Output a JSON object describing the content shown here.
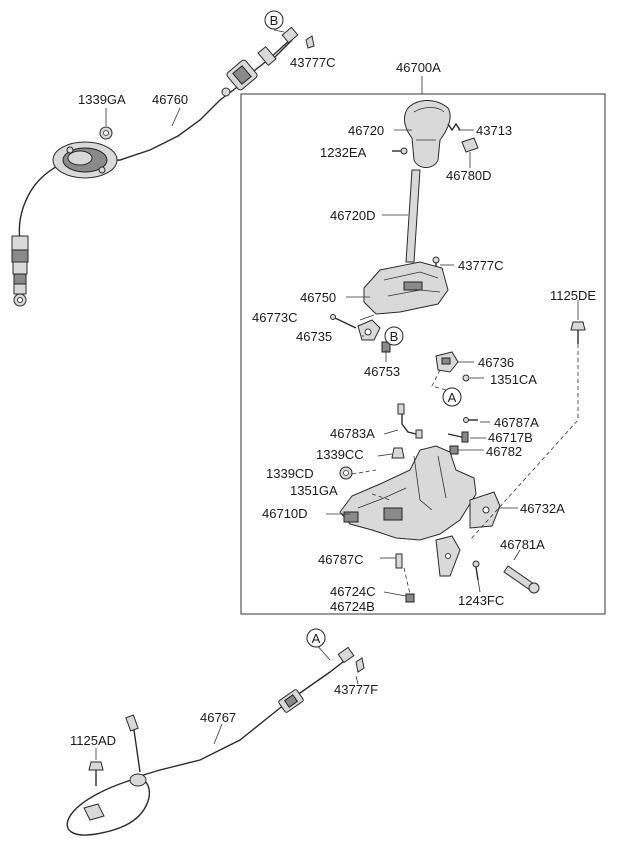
{
  "labels": {
    "b_top": "B",
    "p43777C_top": "43777C",
    "p1339GA": "1339GA",
    "p46760": "46760",
    "p46700A": "46700A",
    "p46720": "46720",
    "p43713": "43713",
    "p1232EA": "1232EA",
    "p46780D": "46780D",
    "p46720D": "46720D",
    "p43777C_mid": "43777C",
    "p46750": "46750",
    "p1125DE": "1125DE",
    "p46773C": "46773C",
    "p46735": "46735",
    "b_mid": "B",
    "p46753": "46753",
    "p46736": "46736",
    "p1351CA": "1351CA",
    "a_mid": "A",
    "p46783A": "46783A",
    "p46787A": "46787A",
    "p46717B": "46717B",
    "p1339CC": "1339CC",
    "p46782": "46782",
    "p1339CD": "1339CD",
    "p1351GA": "1351GA",
    "p46710D": "46710D",
    "p46732A": "46732A",
    "p46781A": "46781A",
    "p46787C": "46787C",
    "p46724C": "46724C",
    "p46724B": "46724B",
    "p1243FC": "1243FC",
    "a_bot": "A",
    "p43777F": "43777F",
    "p46767": "46767",
    "p1125AD": "1125AD"
  }
}
